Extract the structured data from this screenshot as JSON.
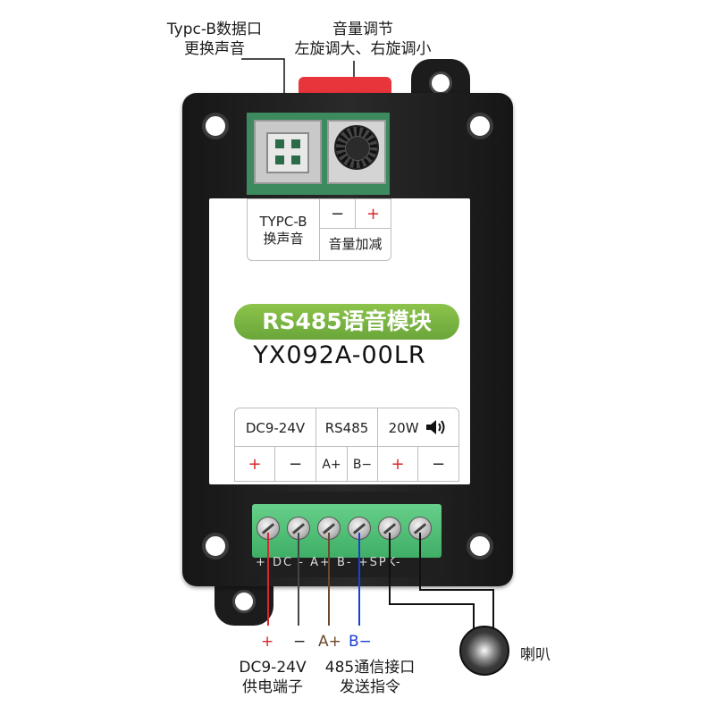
{
  "callouts": {
    "usb_line1": "Typc-B数据口",
    "usb_line2": "更换声音",
    "volume_line1": "音量调节",
    "volume_line2": "左旋调大、右旋调小"
  },
  "label": {
    "usb_cell_line1": "TYPC-B",
    "usb_cell_line2": "换声音",
    "minus": "−",
    "plus": "+",
    "volume_cell": "音量加减",
    "product_title": "RS485语音模块",
    "model": "YX092A-00LR",
    "power_header": "DC9-24V",
    "rs485_header": "RS485",
    "speaker_header": "20W",
    "power_plus": "+",
    "power_minus": "−",
    "a_plus": "A+",
    "b_minus": "B−",
    "spk_plus": "+",
    "spk_minus": "−"
  },
  "terminal": {
    "silkscreen": "+ DC -  A+  B-  +SPK-"
  },
  "bottom": {
    "plus": "+",
    "minus": "−",
    "a_plus": "A+",
    "b_minus": "B−",
    "power_line1": "DC9-24V",
    "power_line2": "供电端子",
    "rs485_line1": "485通信接口",
    "rs485_line2": "发送指令",
    "speaker_label": "喇叭"
  },
  "colors": {
    "accent_green": "#6aa63a",
    "red": "#d8262c",
    "blue": "#1b3fd6",
    "brown": "#6b4a2b"
  },
  "icons": [
    "speaker-icon"
  ]
}
